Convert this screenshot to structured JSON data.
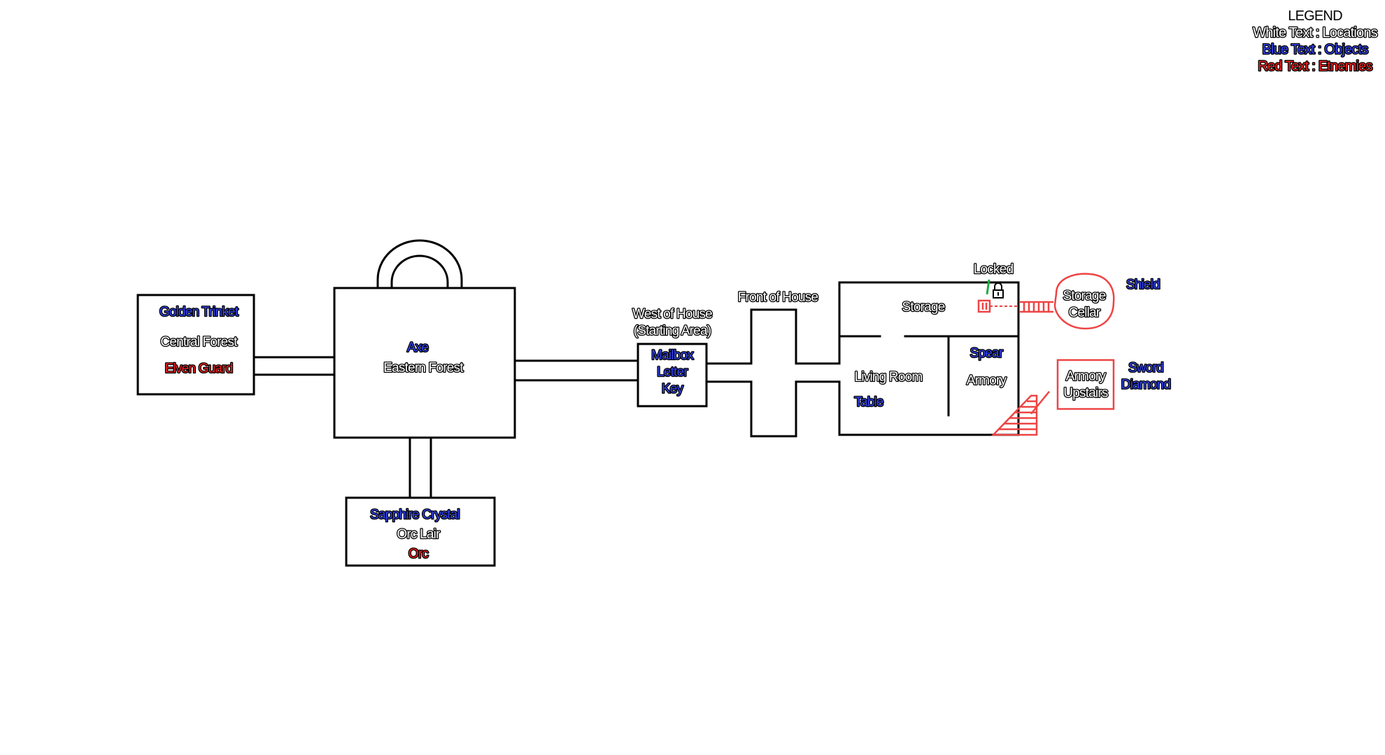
{
  "legend": {
    "title": "LEGEND",
    "white_text": "White Text : Locations",
    "blue_text": "Blue Text : Objects",
    "red_text": "Red Text : Etnemies"
  },
  "colors": {
    "location_text": "#ffffff",
    "object_text": "#3344ee",
    "enemy_text": "#ee2222",
    "stairs": "#ee4444",
    "lock_mark": "#22aa44",
    "walls": "#000000"
  },
  "rooms": {
    "central_forest": {
      "object": "Golden Trinket",
      "name": "Central Forest",
      "enemy": "Elven Guard"
    },
    "eastern_forest": {
      "object": "Axe",
      "name": "Eastern Forest"
    },
    "orc_lair": {
      "object": "Sapphire Crystal",
      "name": "Orc Lair",
      "enemy": "Orc"
    },
    "west_of_house": {
      "name_line1": "West of House",
      "name_line2": "(Starting Area)",
      "objects": [
        "Mailbox",
        "Letter",
        "Key"
      ]
    },
    "front_of_house": {
      "name": "Front of House"
    },
    "storage": {
      "name": "Storage",
      "status": "Locked"
    },
    "living_room": {
      "name": "Living Room",
      "object": "Table"
    },
    "armory": {
      "name": "Armory",
      "object": "Spear"
    },
    "storage_cellar": {
      "name_line1": "Storage",
      "name_line2": "Cellar",
      "object": "Shield"
    },
    "armory_upstairs": {
      "name_line1": "Armory",
      "name_line2": "Upstairs",
      "objects": [
        "Sword",
        "Diamond"
      ]
    }
  },
  "icons": {
    "lock": "padlock-icon",
    "key_mark": "green-key-mark-icon",
    "cellar_stairs": "ladder-icon",
    "upstairs": "staircase-icon"
  }
}
